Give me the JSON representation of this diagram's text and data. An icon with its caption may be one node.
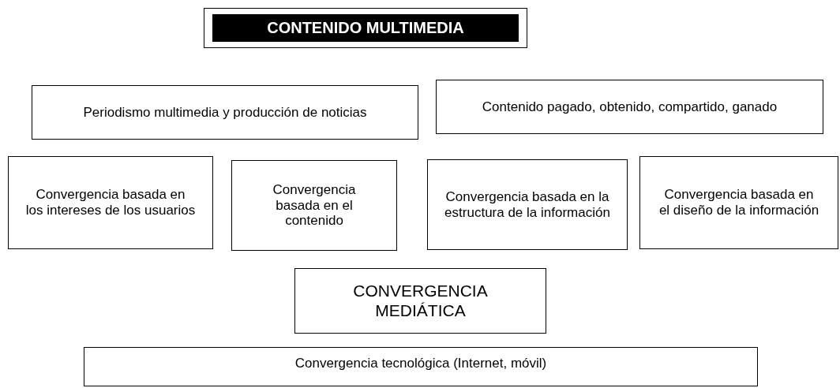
{
  "diagram": {
    "nodes": [
      {
        "text": [
          "CONTENIDO MULTIMEDIA"
        ]
      },
      {
        "text": [
          "Periodismo multimedia y producción de noticias"
        ]
      },
      {
        "text": [
          "Contenido pagado, obtenido, compartido, ganado"
        ]
      },
      {
        "text": [
          "Convergencia basada en los intereses de los usuarios"
        ]
      },
      {
        "text": [
          "Convergencia basada en el contenido"
        ]
      },
      {
        "text": [
          "Convergencia basada en la estructura de la información"
        ]
      },
      {
        "text": [
          "Convergencia basada en el diseño de la información"
        ]
      },
      {
        "text": [
          "CONVERGENCIA MEDIÁTICA"
        ]
      },
      {
        "text": [
          "Convergencia tecnológica (Internet, móvil)"
        ]
      }
    ]
  }
}
